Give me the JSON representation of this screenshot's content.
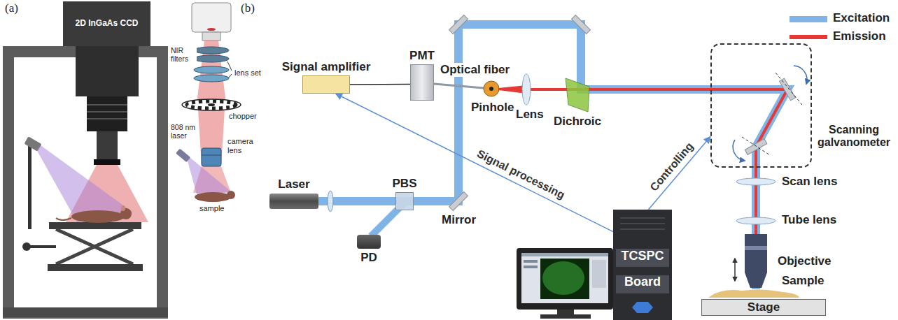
{
  "diagram": {
    "nodes": [
      {
        "text": [
          "2D InGaAs CCD"
        ]
      },
      {
        "text": [
          "Signal amplifier"
        ]
      },
      {
        "text": [
          "PMT"
        ]
      },
      {
        "text": [
          "Laser"
        ]
      },
      {
        "text": [
          "PBS"
        ]
      },
      {
        "text": [
          "PD"
        ]
      },
      {
        "text": [
          "Scanning galvanometer"
        ]
      },
      {
        "text": [
          "TCSPC",
          "Board"
        ]
      },
      {
        "text": [
          "Stage"
        ]
      }
    ],
    "edges": [
      {
        "from": 1,
        "to": 2,
        "arrow": "none"
      },
      {
        "from": 7,
        "to": 1,
        "label": "Signal processing",
        "arrow": "to"
      },
      {
        "from": 7,
        "to": 6,
        "label": "Controlling",
        "arrow": "to"
      }
    ],
    "labels": [
      "(a)",
      "NIR filters",
      "lens set",
      "chopper",
      "808 nm laser",
      "camera lens",
      "sample",
      "(b)",
      "Optical fiber",
      "Pinhole",
      "Lens",
      "Dichroic",
      "Mirror",
      "Scan lens",
      "Tube lens",
      "Objective",
      "Sample"
    ],
    "legend": [
      {
        "text": "Excitation",
        "color": "#80b3e6"
      },
      {
        "text": "Emission",
        "color": "#e53935"
      }
    ]
  }
}
